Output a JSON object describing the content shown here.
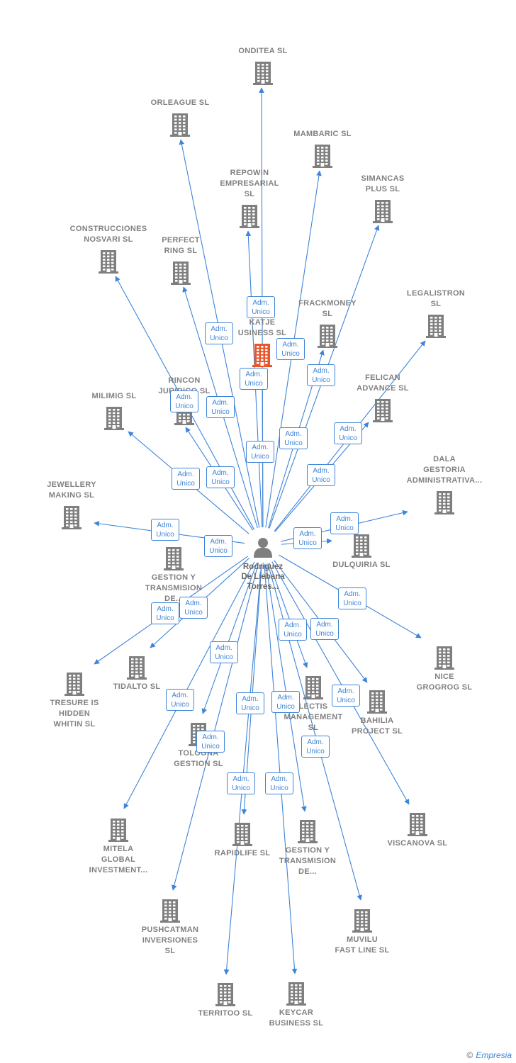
{
  "center_person": {
    "name": "Rodriguez\nDe Liebana\nTorres...",
    "icon": "person-icon"
  },
  "edge_label": {
    "line1": "Adm.",
    "line2": "Unico"
  },
  "companies": [
    {
      "id": "onditea",
      "label": "ONDITEA  SL",
      "icon": "building-icon"
    },
    {
      "id": "orleague",
      "label": "ORLEAGUE  SL",
      "icon": "building-icon"
    },
    {
      "id": "mambaric",
      "label": "MAMBARIC  SL",
      "icon": "building-icon"
    },
    {
      "id": "repowin",
      "label": "REPOWIN\nEMPRESARIAL\nSL",
      "icon": "building-icon"
    },
    {
      "id": "simancas",
      "label": "SIMANCAS\nPLUS  SL",
      "icon": "building-icon"
    },
    {
      "id": "construcciones",
      "label": "CONSTRUCCIONES\nNOSVARI SL",
      "icon": "building-icon"
    },
    {
      "id": "perfect",
      "label": "PERFECT\nRING  SL",
      "icon": "building-icon"
    },
    {
      "id": "legalistron",
      "label": "LEGALISTRON\nSL",
      "icon": "building-icon"
    },
    {
      "id": "frackmoney",
      "label": "FRACKMONEY\nSL",
      "icon": "building-icon"
    },
    {
      "id": "katje",
      "label": "KATJE\nUSINESS  SL",
      "icon": "building-icon",
      "highlight": true
    },
    {
      "id": "felican",
      "label": "FELICAN\nADVANCE  SL",
      "icon": "building-icon"
    },
    {
      "id": "rincon",
      "label": "RINCON\nJURIDICO SL",
      "icon": "building-icon"
    },
    {
      "id": "milimig",
      "label": "MILIMIG  SL",
      "icon": "building-icon"
    },
    {
      "id": "dala",
      "label": "DALA\nGESTORIA\nADMINISTRATIVA...",
      "icon": "building-icon"
    },
    {
      "id": "jewellery",
      "label": "JEWELLERY\nMAKING  SL",
      "icon": "building-icon"
    },
    {
      "id": "dulquiria",
      "label": "DULQUIRIA  SL",
      "icon": "building-icon"
    },
    {
      "id": "gestion1",
      "label": "GESTION Y\nTRANSMISION\nDE...",
      "icon": "building-icon"
    },
    {
      "id": "nice",
      "label": "NICE\nGROGROG  SL",
      "icon": "building-icon"
    },
    {
      "id": "tidalto",
      "label": "TIDALTO  SL",
      "icon": "building-icon"
    },
    {
      "id": "tresure",
      "label": "TRESURE IS\nHIDDEN\nWHITIN  SL",
      "icon": "building-icon"
    },
    {
      "id": "lectis",
      "label": "LECTIS\nMANAGEMENT\nSL",
      "icon": "building-icon"
    },
    {
      "id": "bahilia",
      "label": "BAHILIA\nPROJECT  SL",
      "icon": "building-icon"
    },
    {
      "id": "tologna",
      "label": "TOLOGNA\nGESTION  SL",
      "icon": "building-icon"
    },
    {
      "id": "mitela",
      "label": "MITELA\nGLOBAL\nINVESTMENT...",
      "icon": "building-icon"
    },
    {
      "id": "rapidlife",
      "label": "RAPIDLIFE  SL",
      "icon": "building-icon"
    },
    {
      "id": "gestion2",
      "label": "GESTION Y\nTRANSMISION\nDE...",
      "icon": "building-icon"
    },
    {
      "id": "viscanova",
      "label": "VISCANOVA  SL",
      "icon": "building-icon"
    },
    {
      "id": "pushcatman",
      "label": "PUSHCATMAN\nINVERSIONES\nSL",
      "icon": "building-icon"
    },
    {
      "id": "muvilu",
      "label": "MUVILU\nFAST LINE  SL",
      "icon": "building-icon"
    },
    {
      "id": "territoo",
      "label": "TERRITOO  SL",
      "icon": "building-icon"
    },
    {
      "id": "keycar",
      "label": "KEYCAR\nBUSINESS  SL",
      "icon": "building-icon"
    }
  ],
  "colors": {
    "edge": "#3e84d8",
    "building": "#7f7f7f",
    "highlight": "#e8562a",
    "text": "#808080"
  },
  "footer": {
    "copyright": "©",
    "brand": "Empresia"
  }
}
